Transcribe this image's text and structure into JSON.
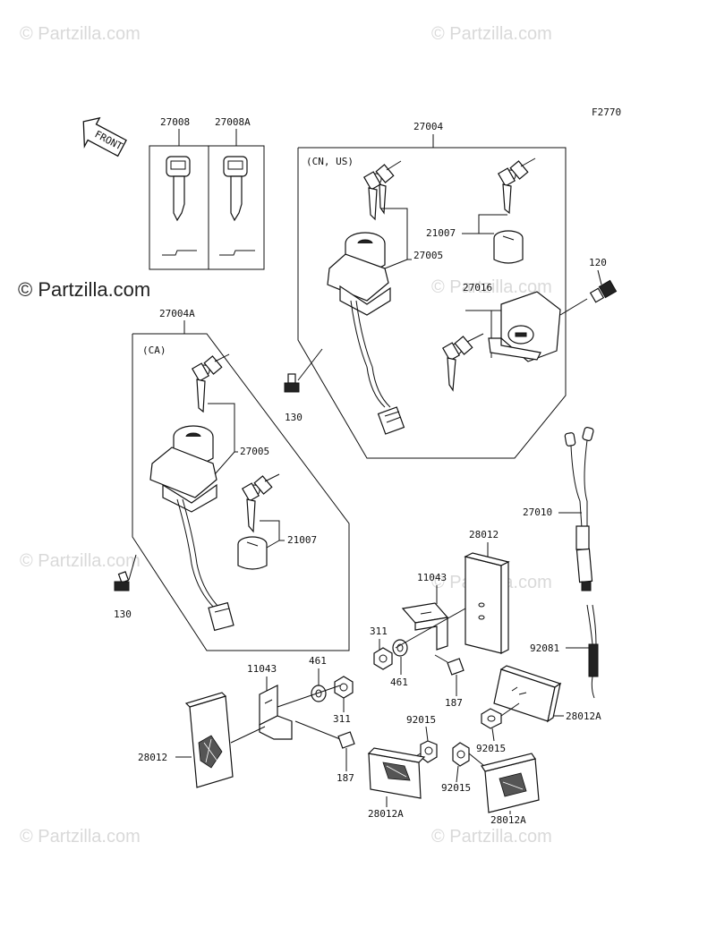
{
  "figure_code": "F2770",
  "front_arrow_label": "FRONT",
  "watermark": {
    "text": "© Partzilla.com",
    "main_text": "© Partzilla.com"
  },
  "regions": {
    "cn_us": "(CN, US)",
    "ca": "(CA)"
  },
  "callouts": {
    "c27008": "27008",
    "c27008a": "27008A",
    "c27004": "27004",
    "c27004a": "27004A",
    "c27005_top": "27005",
    "c21007_top": "21007",
    "c27016": "27016",
    "c120": "120",
    "c130_top": "130",
    "c27005_ca": "27005",
    "c21007_ca": "21007",
    "c130_ca": "130",
    "c27010": "27010",
    "c28012_r": "28012",
    "c11043_r": "11043",
    "c311_r": "311",
    "c461_r": "461",
    "c187_r": "187",
    "c92081": "92081",
    "c28012a_r": "28012A",
    "c92015_r": "92015",
    "c11043_l": "11043",
    "c461_l": "461",
    "c311_l": "311",
    "c28012_l": "28012",
    "c187_l": "187",
    "c92015_m": "92015",
    "c92015_b": "92015",
    "c28012a_b1": "28012A",
    "c28012a_b2": "28012A"
  },
  "colors": {
    "line": "#111111",
    "watermark": "#d9d9d9",
    "background": "#ffffff"
  }
}
